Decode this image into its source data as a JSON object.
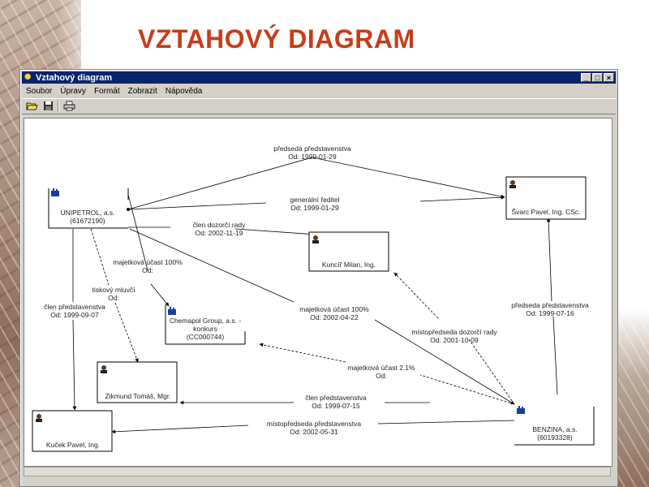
{
  "slide": {
    "title": "VZTAHOVÝ DIAGRAM"
  },
  "window": {
    "title": "Vztahový diagram",
    "controls": [
      "_",
      "□",
      "×"
    ]
  },
  "menu": [
    "Soubor",
    "Úpravy",
    "Formát",
    "Zobrazit",
    "Nápověda"
  ],
  "toolbar": {
    "icons": [
      "open-folder-icon",
      "save-icon",
      "print-icon"
    ]
  },
  "nodes": {
    "unipetrol": {
      "name": "UNIPETROL, a.s.",
      "id": "(61672190)",
      "kind": "company"
    },
    "svarc": {
      "name": "Švarc Pavel, Ing. CSc.",
      "kind": "person"
    },
    "kuncir": {
      "name": "Kuncíř Milan, Ing.",
      "kind": "person"
    },
    "chemapol": {
      "name": "Chemapol Group, a.s. -",
      "name2": "konkurs",
      "id": "(CC000744)",
      "kind": "company"
    },
    "zikmund": {
      "name": "Zikmund Tomáš, Mgr.",
      "kind": "person"
    },
    "kucek": {
      "name": "Kuček Pavel, Ing.",
      "kind": "person"
    },
    "benzina": {
      "name": "BENZINA, a.s.",
      "id": "(60193328)",
      "kind": "company"
    }
  },
  "edges": [
    {
      "l1": "předseda představenstva",
      "l2": "Od: 1999-01-29"
    },
    {
      "l1": "generální ředitel",
      "l2": "Od: 1999-01-29"
    },
    {
      "l1": "člen dozorčí rady",
      "l2": "Od: 2002-11-19"
    },
    {
      "l1": "majetková účast 100%",
      "l2": "Od:"
    },
    {
      "l1": "tiskový mluvčí",
      "l2": "Od:"
    },
    {
      "l1": "člen představenstva",
      "l2": "Od: 1999-09-07"
    },
    {
      "l1": "majetková účast 100%",
      "l2": "Od: 2002-04-22"
    },
    {
      "l1": "místopředseda dozorčí rady",
      "l2": "Od: 2001-10-09"
    },
    {
      "l1": "předseda představenstva",
      "l2": "Od: 1999-07-16"
    },
    {
      "l1": "majetková účast 2.1%",
      "l2": "Od:"
    },
    {
      "l1": "člen představenstva",
      "l2": "Od: 1999-07-15"
    },
    {
      "l1": "místopředseda představenstva",
      "l2": "Od: 2002-05-31"
    }
  ]
}
